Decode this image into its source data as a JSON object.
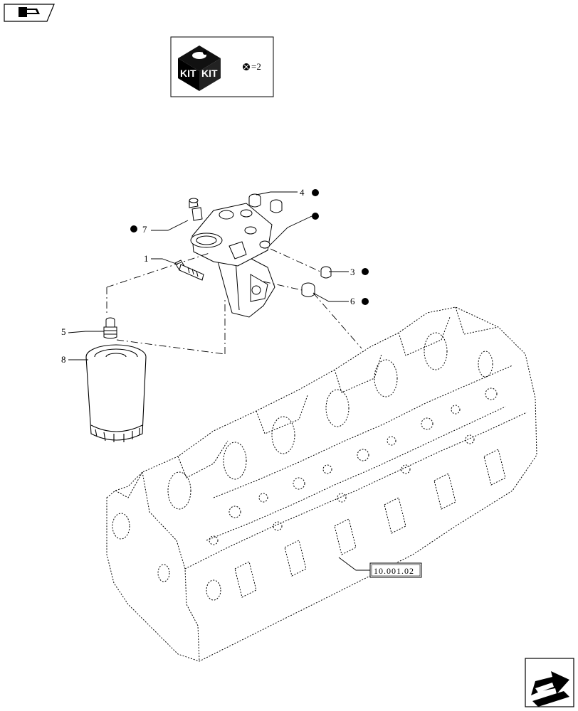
{
  "nav": {
    "prev_icon": "back-arrow-icon",
    "next_icon": "forward-arrow-icon"
  },
  "kit_box": {
    "icon": "kit-box-icon",
    "kit_label_left": "KIT",
    "kit_label_right": "KIT",
    "legend_text": "=2"
  },
  "callouts": {
    "c1": "1",
    "c3": "3",
    "c4": "4",
    "c5": "5",
    "c6": "6",
    "c7": "7",
    "c8": "8"
  },
  "reference": {
    "label": "10.001.02"
  },
  "colors": {
    "line": "#000000",
    "background": "#ffffff"
  }
}
